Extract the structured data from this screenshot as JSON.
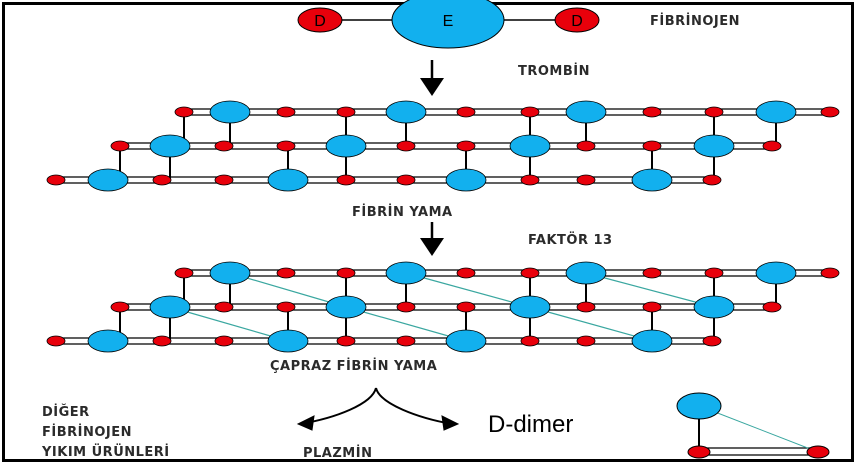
{
  "labels": {
    "fibrinojen": "FİBRİNOJEN",
    "trombin": "TROMBİN",
    "fibrin_yama": "FİBRİN YAMA",
    "faktor13": "FAKTÖR 13",
    "capraz": "ÇAPRAZ FİBRİN YAMA",
    "diger1": "DİĞER",
    "diger2": "FİBRİNOJEN",
    "diger3": "YIKIM ÜRÜNLERİ",
    "plazmin": "PLAZMİN",
    "ddimer": "D-dimer"
  },
  "fibrinogen_nodes": {
    "d_left": "D",
    "e_center": "E",
    "d_right": "D"
  },
  "colors": {
    "d_domain": "#e8000b",
    "e_domain": "#12b0ee",
    "line": "#000000",
    "crosslink": "#3aa7a0"
  }
}
